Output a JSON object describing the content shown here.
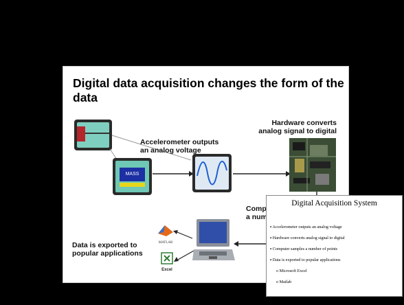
{
  "slide": {
    "title": "Digital data acquisition changes the form of the data",
    "accelerometer_label": "Accelerometer outputs an analog voltage",
    "hardware_label": "Hardware converts analog signal to digital",
    "computer_label": "Comp\na num",
    "export_label": "Data is exported to popular applications",
    "mass_text": "MASS",
    "matlab_text": "MATLAB",
    "excel_text": "Excel"
  },
  "panel": {
    "title": "Digital Acquisition System",
    "items": [
      "Accelerometer outputs an analog voltage",
      "Hardware converts analog signal to digital",
      "Computer samples a number of points",
      "Data is exported to popular applications"
    ],
    "subitems": [
      "Microsoft Excel",
      "Matlab"
    ]
  },
  "colors": {
    "background": "#000000",
    "slide": "#ffffff",
    "frame": "#2a2a2a",
    "teal": "#7fcfc0",
    "mass_blue": "#1c2fa3",
    "wave_blue": "#1f5fd1"
  }
}
